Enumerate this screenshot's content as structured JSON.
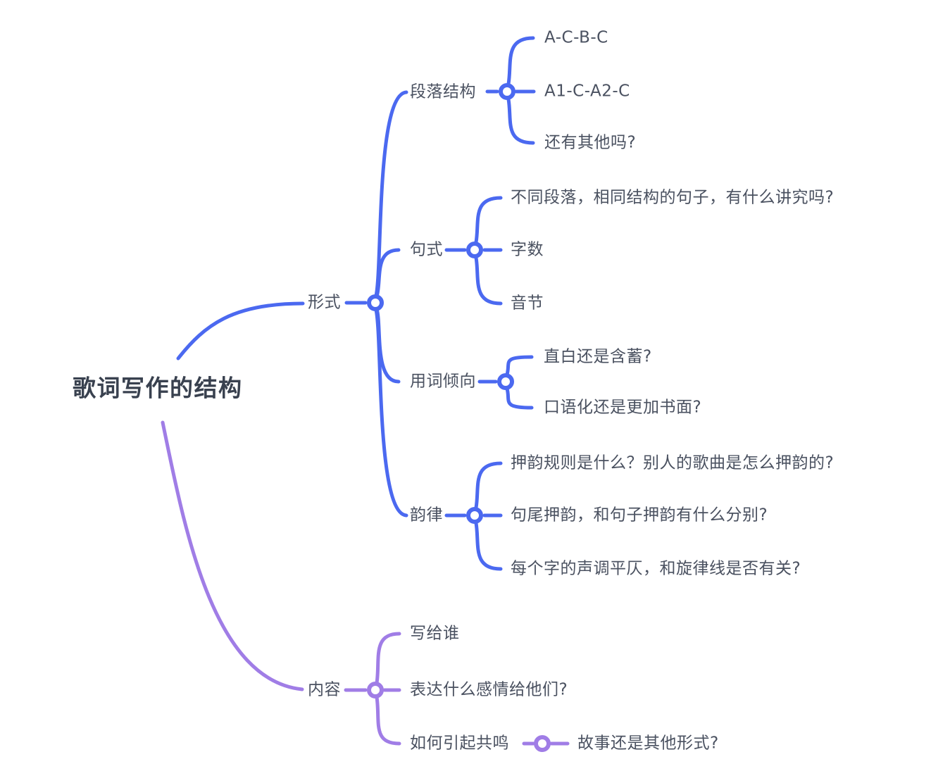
{
  "colors": {
    "blue": "#4b69f0",
    "purple": "#a07de6",
    "text": "#4a5160",
    "root_text": "#39414f"
  },
  "root": {
    "label": "歌词写作的结构"
  },
  "branches": [
    {
      "id": "form",
      "label": "形式",
      "children": [
        {
          "label": "段落结构",
          "children": [
            {
              "label": "A-C-B-C"
            },
            {
              "label": "A1-C-A2-C"
            },
            {
              "label": "还有其他吗?"
            }
          ]
        },
        {
          "label": "句式",
          "children": [
            {
              "label": "不同段落，相同结构的句子，有什么讲究吗?"
            },
            {
              "label": "字数"
            },
            {
              "label": "音节"
            }
          ]
        },
        {
          "label": "用词倾向",
          "children": [
            {
              "label": "直白还是含蓄?"
            },
            {
              "label": "口语化还是更加书面?"
            }
          ]
        },
        {
          "label": "韵律",
          "children": [
            {
              "label": "押韵规则是什么？别人的歌曲是怎么押韵的?"
            },
            {
              "label": "句尾押韵，和句子押韵有什么分别?"
            },
            {
              "label": "每个字的声调平仄，和旋律线是否有关?"
            }
          ]
        }
      ]
    },
    {
      "id": "content",
      "label": "内容",
      "children": [
        {
          "label": "写给谁",
          "children": []
        },
        {
          "label": "表达什么感情给他们?",
          "children": []
        },
        {
          "label": "如何引起共鸣",
          "children": [
            {
              "label": "故事还是其他形式?"
            }
          ]
        }
      ]
    }
  ]
}
